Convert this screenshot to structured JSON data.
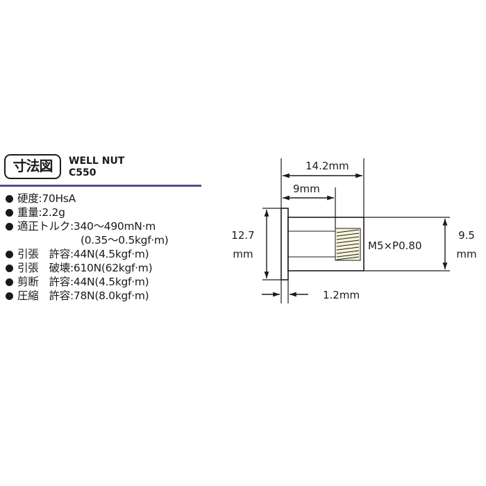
{
  "badge": "寸法図",
  "product": {
    "name": "WELL NUT",
    "code": "C550"
  },
  "accent_color": "#5a4a86",
  "specs": [
    {
      "text": "硬度:70HsA",
      "bullet": true
    },
    {
      "text": "重量:2.2g",
      "bullet": true
    },
    {
      "text": "適正トルク:340〜490mN·m",
      "bullet": true
    },
    {
      "text": "(0.35〜0.5kgf·m)",
      "bullet": false
    },
    {
      "text": "引張　許容:44N(4.5kgf·m)",
      "bullet": true
    },
    {
      "text": "引張　破壊:610N(62kgf·m)",
      "bullet": true
    },
    {
      "text": "剪断　許容:44N(4.5kgf·m)",
      "bullet": true
    },
    {
      "text": "圧縮　許容:78N(8.0kgf·m)",
      "bullet": true
    }
  ],
  "dimensions": {
    "overall_length": "14.2mm",
    "inner_length": "9mm",
    "flange_height_value": "12.7",
    "flange_height_unit": "mm",
    "body_height_value": "9.5",
    "body_height_unit": "mm",
    "flange_thickness": "1.2mm",
    "thread": "M5×P0.80"
  }
}
